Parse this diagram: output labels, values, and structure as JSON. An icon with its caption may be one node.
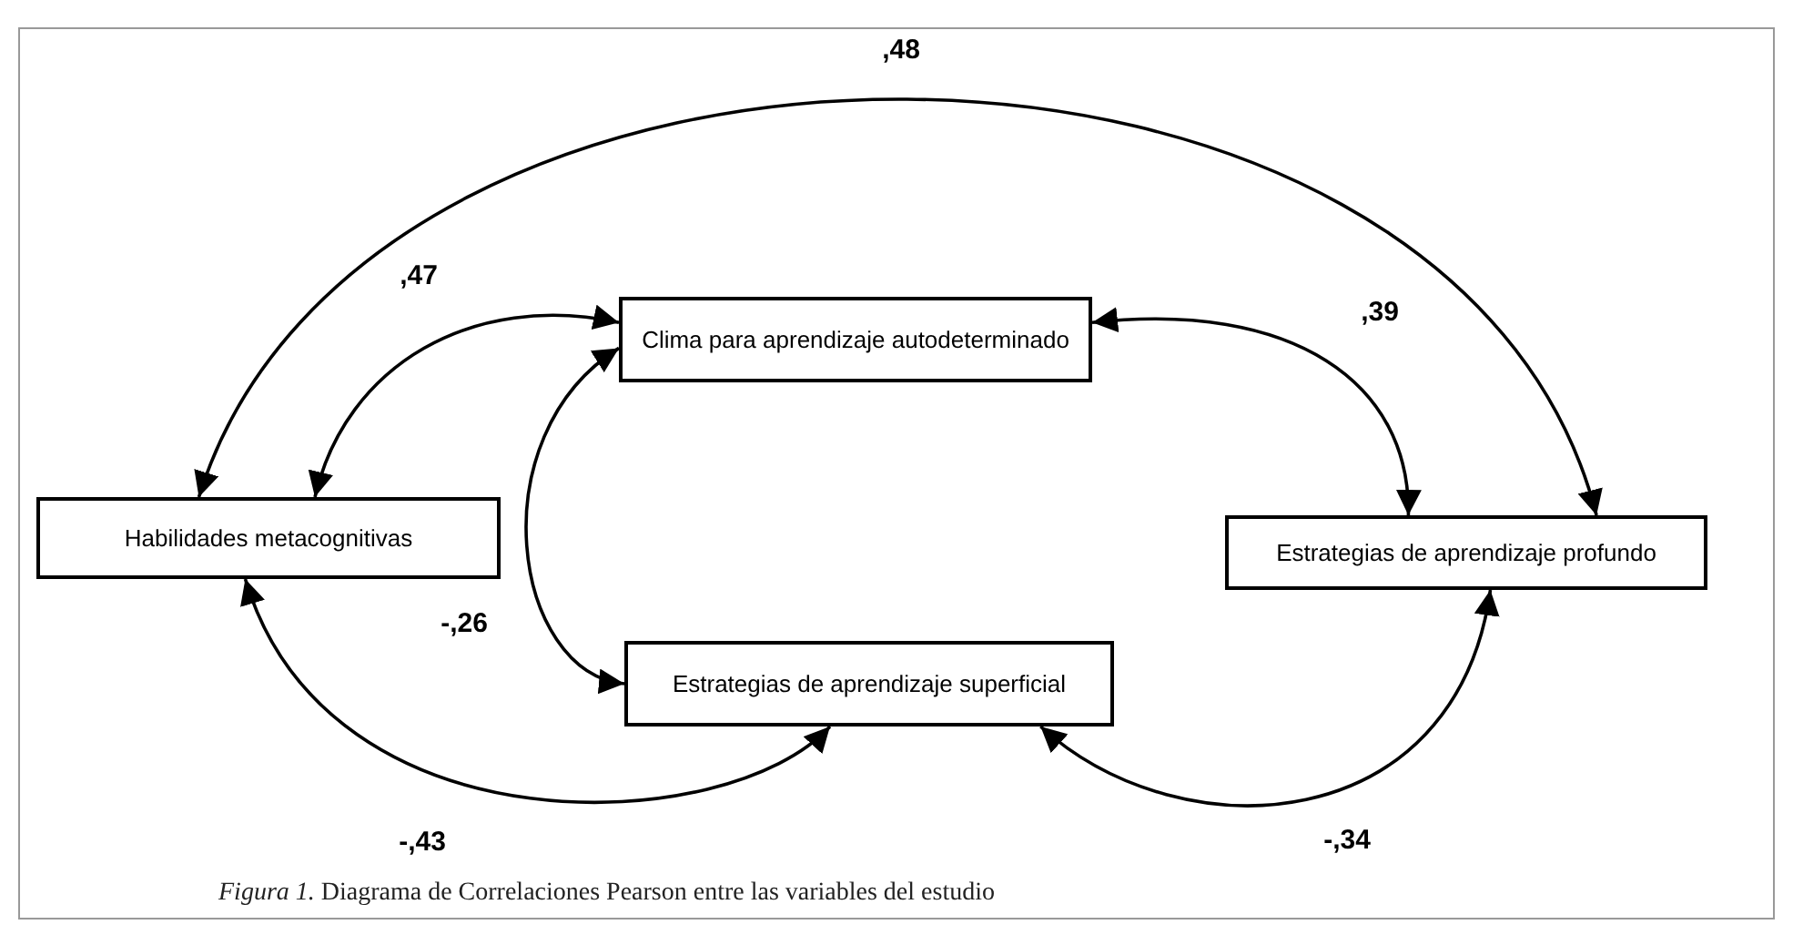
{
  "diagram": {
    "caption": "*Figura 1.* Diagrama de Correlaciones Pearson entre las variables del estudio",
    "nodes": [
      {
        "text": [
          "Clima para aprendizaje autodeterminado"
        ]
      },
      {
        "text": [
          "Habilidades metacognitivas"
        ]
      },
      {
        "text": [
          "Estrategias de aprendizaje profundo"
        ]
      },
      {
        "text": [
          "Estrategias de aprendizaje superficial"
        ]
      }
    ],
    "edges": [
      {
        "from": 1,
        "to": 2,
        "arrow": "both",
        "label": ",48"
      },
      {
        "from": 0,
        "to": 1,
        "arrow": "both",
        "label": ",47"
      },
      {
        "from": 0,
        "to": 2,
        "arrow": "both",
        "label": ",39"
      },
      {
        "from": 0,
        "to": 3,
        "arrow": "both",
        "label": "-,26"
      },
      {
        "from": 1,
        "to": 3,
        "arrow": "both",
        "label": "-,43"
      },
      {
        "from": 3,
        "to": 2,
        "arrow": "both",
        "label": "-,34"
      }
    ]
  }
}
